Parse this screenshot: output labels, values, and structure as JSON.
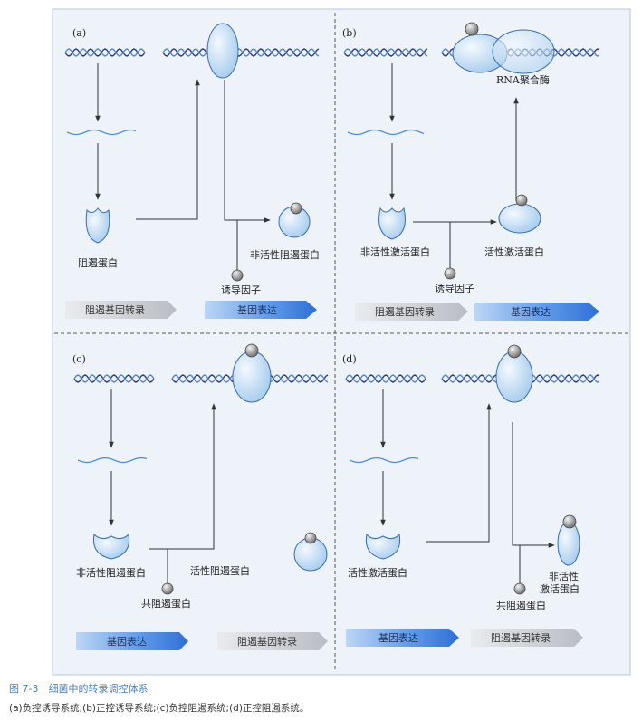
{
  "panels": {
    "a": {
      "tag": "(a)",
      "repressor": "阻遏蛋白",
      "inactive_repressor": "非活性阻遏蛋白",
      "inducer": "诱导因子",
      "arrow_left": "阻遏基因转录",
      "arrow_right": "基因表达"
    },
    "b": {
      "tag": "(b)",
      "rna_polymerase": "RNA聚合酶",
      "inactive_activator": "非活性激活蛋白",
      "active_activator": "活性激活蛋白",
      "inducer": "诱导因子",
      "arrow_left": "阻遏基因转录",
      "arrow_right": "基因表达"
    },
    "c": {
      "tag": "(c)",
      "inactive_repressor": "非活性阻遏蛋白",
      "active_repressor": "活性阻遏蛋白",
      "corepressor": "共阻遏蛋白",
      "arrow_left": "基因表达",
      "arrow_right": "阻遏基因转录"
    },
    "d": {
      "tag": "(d)",
      "active_activator": "活性激活蛋白",
      "inactive_line1": "非活性",
      "inactive_line2": "激活蛋白",
      "corepressor": "共阻遏蛋白",
      "arrow_left": "基因表达",
      "arrow_right": "阻遏基因转录"
    }
  },
  "caption": {
    "title": "图 7-3　细菌中的转录调控体系",
    "text": "(a)负控诱导系统;(b)正控诱导系统;(c)负控阻遏系统;(d)正控阻遏系统。"
  },
  "colors": {
    "background": "#eef3fa",
    "protein_fill": "#cfe4f6",
    "protein_stroke": "#3a6ea5",
    "dna_strand": "#2f3f73",
    "dna_strand2": "#5a86c4",
    "arrow_blue": "#3d7fe0",
    "arrow_gray": "#c8ccd2"
  }
}
